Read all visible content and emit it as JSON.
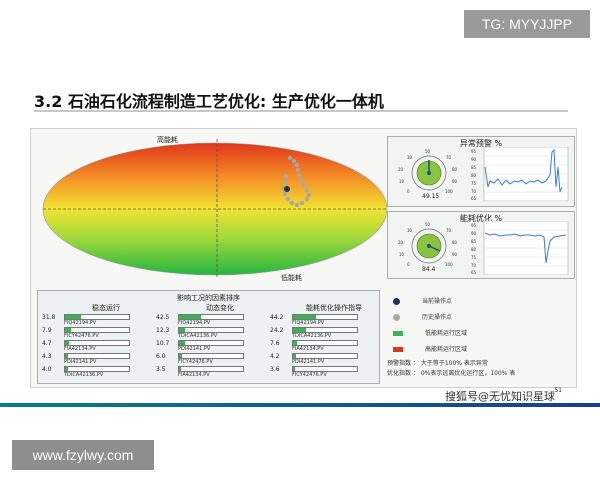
{
  "watermark_tg": "TG: MYYJJPP",
  "watermark_site": "www.fzylwy.com",
  "slide_title": "3.2 石油石化流程制造工艺优化: 生产优化一体机",
  "heatmap": {
    "top_label": "高能耗",
    "bottom_label": "低能耗"
  },
  "gauge_anomaly": {
    "title": "异常预警 %",
    "value": "49.15",
    "level": 0.49,
    "ticks": [
      "0",
      "10",
      "20",
      "30",
      "40",
      "50",
      "60",
      "70",
      "80",
      "90",
      "100"
    ],
    "axis": [
      "95",
      "90",
      "85",
      "80",
      "75",
      "70",
      "65"
    ]
  },
  "gauge_energy": {
    "title": "能耗优化 %",
    "value": "84.4",
    "level": 0.84,
    "ticks": [
      "0",
      "10",
      "20",
      "30",
      "40",
      "50",
      "60",
      "70",
      "80",
      "90",
      "100"
    ],
    "axis": [
      "95",
      "90",
      "85",
      "80",
      "75",
      "70",
      "65"
    ]
  },
  "factors": {
    "title": "影响工况的因素排序",
    "columns": [
      {
        "header": "稳态运行",
        "items": [
          {
            "value": "31.8",
            "tag": "FIQ42194.PV",
            "fill": 0.25
          },
          {
            "value": "7.9",
            "tag": "FICY42476.PV",
            "fill": 0.1
          },
          {
            "value": "4.7",
            "tag": "FIA42134.PV",
            "fill": 0.06
          },
          {
            "value": "4.3",
            "tag": "PDI42141.PV",
            "fill": 0.05
          },
          {
            "value": "4.0",
            "tag": "TDICA42136.PV",
            "fill": 0.05
          }
        ]
      },
      {
        "header": "动态变化",
        "items": [
          {
            "value": "42.5",
            "tag": "FIQ42194.PV",
            "fill": 0.35
          },
          {
            "value": "12.3",
            "tag": "TDICA42136.PV",
            "fill": 0.1
          },
          {
            "value": "10.7",
            "tag": "PDI42141.PV",
            "fill": 0.09
          },
          {
            "value": "6.0",
            "tag": "FICY42476.PV",
            "fill": 0.05
          },
          {
            "value": "3.5",
            "tag": "FIA42134.PV",
            "fill": 0.03
          }
        ]
      },
      {
        "header": "能耗优化操作指导",
        "items": [
          {
            "value": "44.2",
            "tag": "FIQ42194.PV",
            "fill": 0.36
          },
          {
            "value": "24.2",
            "tag": "TDICA42136.PV",
            "fill": 0.2
          },
          {
            "value": "7.6",
            "tag": "FIA42134.PV",
            "fill": 0.07
          },
          {
            "value": "4.2",
            "tag": "PDI42141.PV",
            "fill": 0.04
          },
          {
            "value": "3.6",
            "tag": "FICY42476.PV",
            "fill": 0.03
          }
        ]
      }
    ]
  },
  "legend": {
    "current": "当前操作点",
    "history": "历史操作点",
    "low": "低能耗运行区域",
    "high": "高能耗运行区域",
    "warn": "预警指数 ： 大于等于100% 表示异常",
    "opt": "优化指数 ： 0%表示远离优化运行区，100% 表"
  },
  "brand": "搜狐号@无忧知识星球",
  "page_number": "51",
  "colors": {
    "green": "#3cb054",
    "red": "#d53a1f",
    "accent": "#0a7c8a"
  }
}
